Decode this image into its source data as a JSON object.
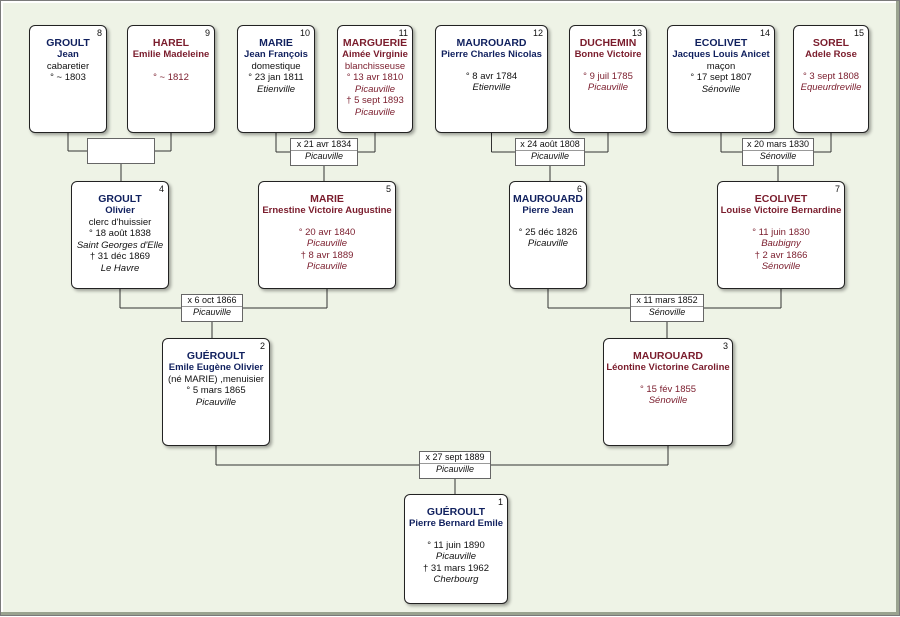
{
  "persons": [
    {
      "num": "1",
      "sex": "m",
      "surname": "GUÉROULT",
      "given": "Pierre Bernard Emile",
      "lines": [],
      "events": [
        {
          "t": "° 11 juin 1890",
          "p": "Picauville"
        },
        {
          "t": "† 31 mars 1962",
          "p": "Cherbourg"
        }
      ]
    },
    {
      "num": "2",
      "sex": "m",
      "surname": "GUÉROULT",
      "given": "Emile Eugène Olivier",
      "lines": [
        "(né MARIE) ,menuisier"
      ],
      "events": [
        {
          "t": "° 5 mars 1865",
          "p": "Picauville"
        }
      ]
    },
    {
      "num": "3",
      "sex": "f",
      "surname": "MAUROUARD",
      "given": "Léontine Victorine Caroline",
      "lines": [],
      "events": [
        {
          "t": "° 15 fév 1855",
          "p": "Sénoville"
        }
      ]
    },
    {
      "num": "4",
      "sex": "m",
      "surname": "GROULT",
      "given": "Olivier",
      "lines": [
        "clerc d'huissier"
      ],
      "events": [
        {
          "t": "° 18 août 1838",
          "p": "Saint Georges d'Elle"
        },
        {
          "t": "† 31 déc 1869",
          "p": "Le Havre"
        }
      ]
    },
    {
      "num": "5",
      "sex": "f",
      "surname": "MARIE",
      "given": "Ernestine Victoire Augustine",
      "lines": [],
      "events": [
        {
          "t": "° 20 avr 1840",
          "p": "Picauville"
        },
        {
          "t": "† 8 avr 1889",
          "p": "Picauville"
        }
      ]
    },
    {
      "num": "6",
      "sex": "m",
      "surname": "MAUROUARD",
      "given": "Pierre Jean",
      "lines": [],
      "events": [
        {
          "t": "° 25 déc 1826",
          "p": "Picauville"
        }
      ]
    },
    {
      "num": "7",
      "sex": "f",
      "surname": "ECOLIVET",
      "given": "Louise Victoire Bernardine",
      "lines": [],
      "events": [
        {
          "t": "° 11 juin 1830",
          "p": "Baubigny"
        },
        {
          "t": "† 2 avr 1866",
          "p": "Sénoville"
        }
      ]
    },
    {
      "num": "8",
      "sex": "m",
      "surname": "GROULT",
      "given": "Jean",
      "lines": [
        "cabaretier",
        "° ~ 1803"
      ],
      "events": []
    },
    {
      "num": "9",
      "sex": "f",
      "surname": "HAREL",
      "given": "Emilie Madeleine",
      "lines": [
        "",
        "° ~ 1812"
      ],
      "events": []
    },
    {
      "num": "10",
      "sex": "m",
      "surname": "MARIE",
      "given": "Jean François",
      "lines": [
        "domestique",
        "° 23 jan 1811"
      ],
      "events": [
        {
          "t": "",
          "p": "Etienville"
        }
      ]
    },
    {
      "num": "11",
      "sex": "f",
      "surname": "MARGUERIE",
      "given": "Aimée Virginie",
      "lines": [
        "blanchisseuse",
        "° 13 avr 1810"
      ],
      "events": [
        {
          "t": "",
          "p": "Picauville"
        },
        {
          "t": "† 5 sept 1893",
          "p": "Picauville"
        }
      ]
    },
    {
      "num": "12",
      "sex": "m",
      "surname": "MAUROUARD",
      "given": "Pierre Charles Nicolas",
      "lines": [],
      "events": [
        {
          "t": "° 8 avr 1784",
          "p": "Etienville"
        }
      ]
    },
    {
      "num": "13",
      "sex": "f",
      "surname": "DUCHEMIN",
      "given": "Bonne Victoire",
      "lines": [],
      "events": [
        {
          "t": "° 9 juil 1785",
          "p": "Picauville"
        }
      ]
    },
    {
      "num": "14",
      "sex": "m",
      "surname": "ECOLIVET",
      "given": "Jacques Louis Anicet",
      "lines": [
        "maçon",
        "° 17 sept 1807"
      ],
      "events": [
        {
          "t": "",
          "p": "Sénoville"
        }
      ]
    },
    {
      "num": "15",
      "sex": "f",
      "surname": "SOREL",
      "given": "Adele Rose",
      "lines": [],
      "events": [
        {
          "t": "° 3 sept 1808",
          "p": "Equeurdreville"
        }
      ]
    }
  ],
  "marriages": [
    {
      "id": "m1",
      "date": "x 27 sept 1889",
      "place": "Picauville"
    },
    {
      "id": "m2",
      "date": "x 6 oct 1866",
      "place": "Picauville"
    },
    {
      "id": "m3",
      "date": "x 11 mars 1852",
      "place": "Sénoville"
    },
    {
      "id": "m4",
      "date": "",
      "place": ""
    },
    {
      "id": "m5",
      "date": "x 21 avr 1834",
      "place": "Picauville"
    },
    {
      "id": "m6",
      "date": "x 24 août 1808",
      "place": "Picauville"
    },
    {
      "id": "m7",
      "date": "x 20 mars 1830",
      "place": "Sénoville"
    }
  ]
}
